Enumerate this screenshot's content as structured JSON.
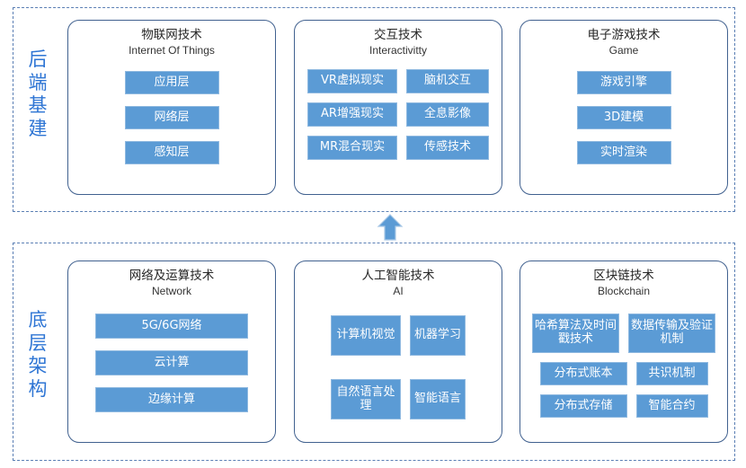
{
  "diagram": {
    "accent_blue": "#5b9bd5",
    "chip_border": "#8fb9e0",
    "region_border": "#5b7fb4",
    "card_border": "#41618f",
    "layer_label_color": "#2e75d4",
    "arrow": {
      "icon": "up-arrow-icon",
      "direction": "up",
      "color": "#5b9bd5"
    }
  },
  "layers": [
    {
      "id": "backend",
      "label": "后端\n基建",
      "cards": [
        {
          "id": "iot",
          "title": "物联网技术",
          "subtitle": "Internet Of Things",
          "columns": 1,
          "rows": [
            [
              "应用层"
            ],
            [
              "网络层"
            ],
            [
              "感知层"
            ]
          ]
        },
        {
          "id": "interactivity",
          "title": "交互技术",
          "subtitle": "Interactivitty",
          "columns": 2,
          "rows": [
            [
              "VR虚拟现实",
              "脑机交互"
            ],
            [
              "AR增强现实",
              "全息影像"
            ],
            [
              "MR混合现实",
              "传感技术"
            ]
          ]
        },
        {
          "id": "game",
          "title": "电子游戏技术",
          "subtitle": "Game",
          "columns": 1,
          "rows": [
            [
              "游戏引擎"
            ],
            [
              "3D建模"
            ],
            [
              "实时渲染"
            ]
          ]
        }
      ]
    },
    {
      "id": "foundation",
      "label": "底层\n架构",
      "cards": [
        {
          "id": "network",
          "title": "网络及运算技术",
          "subtitle": "Network",
          "columns": 1,
          "rows": [
            [
              "5G/6G网络"
            ],
            [
              "云计算"
            ],
            [
              "边缘计算"
            ]
          ]
        },
        {
          "id": "ai",
          "title": "人工智能技术",
          "subtitle": "AI",
          "columns": 2,
          "rows": [
            [
              "计算机视觉",
              "机器学习"
            ],
            [
              "自然语言处理",
              "智能语言"
            ]
          ]
        },
        {
          "id": "blockchain",
          "title": "区块链技术",
          "subtitle": "Blockchain",
          "columns": 2,
          "rows": [
            [
              "哈希算法及时间戳技术",
              "数据传输及验证机制"
            ],
            [
              "分布式账本",
              "共识机制"
            ],
            [
              "分布式存储",
              "智能合约"
            ]
          ]
        }
      ]
    }
  ]
}
